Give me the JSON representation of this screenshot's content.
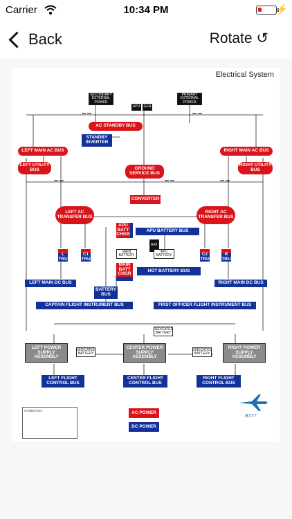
{
  "status": {
    "carrier": "Carrier",
    "time": "10:34 PM",
    "battery_color": "#e21b1b"
  },
  "nav": {
    "back_label": "Back",
    "rotate_label": "Rotate ↺"
  },
  "diagram": {
    "title": "Electrical System",
    "buses": {
      "ac_standby": "AC STANDBY BUS",
      "standby_inverter": "STANDBY INVERTER",
      "left_main_ac": "LEFT MAIN AC BUS",
      "right_main_ac": "RIGHT MAIN AC BUS",
      "left_utility": "LEFT UTILITY BUS",
      "right_utility": "RIGHT UTILITY BUS",
      "ground_service": "GROUND SERVICE BUS",
      "converter": "CONVERTER",
      "left_ac_transfer": "LEFT AC TRANSFER BUS",
      "right_ac_transfer": "RIGHT AC TRANSFER BUS",
      "apu_batt_chgr": "APU BATT CHGR",
      "apu_battery_bus": "APU BATTERY BUS",
      "main_batt_chgr": "MAIN BATT CHGR",
      "hot_battery_bus": "HOT BATTERY BUS",
      "l_tru": "L TRU",
      "c1_tru": "C1 TRU",
      "c2_tru": "C2 TRU",
      "r_tru": "R TRU",
      "left_main_dc": "LEFT MAIN DC BUS",
      "right_main_dc": "RIGHT MAIN DC BUS",
      "battery_bus": "BATTERY BUS",
      "capt_flight_inst": "CAPTAIN FLIGHT INSTRUMENT BUS",
      "fo_flight_inst": "FIRST OFFICER FLIGHT INSTRUMENT BUS",
      "left_psa": "LEFT POWER SUPPLY ASSEMBLY",
      "center_psa": "CENTER POWER SUPPLY ASSEMBLY",
      "right_psa": "RIGHT POWER SUPPLY ASSEMBLY",
      "left_fc": "LEFT FLIGHT CONTROL BUS",
      "center_fc": "CENTER FLIGHT CONTROL BUS",
      "right_fc": "RIGHT FLIGHT CONTROL BUS"
    },
    "sources": {
      "secondary_ext": "SECONDARY EXTERNAL POWER",
      "primary_ext": "PRIMARY EXTERNAL POWER",
      "apu": "APU",
      "gen": "GEN",
      "main_battery": "MAIN BATTERY",
      "apu_battery": "APU BATTERY",
      "rat": "RAT",
      "rat_gen": "GEN",
      "dedicated_battery": "DEDICATED BATTERY"
    },
    "legend": {
      "condition": "CONDITION:",
      "ac_power": "AC POWER",
      "dc_power": "DC POWER",
      "model": "B777"
    },
    "colors": {
      "ac": "#d9151b",
      "dc": "#12329a",
      "psa": "#8b8b8b"
    }
  }
}
